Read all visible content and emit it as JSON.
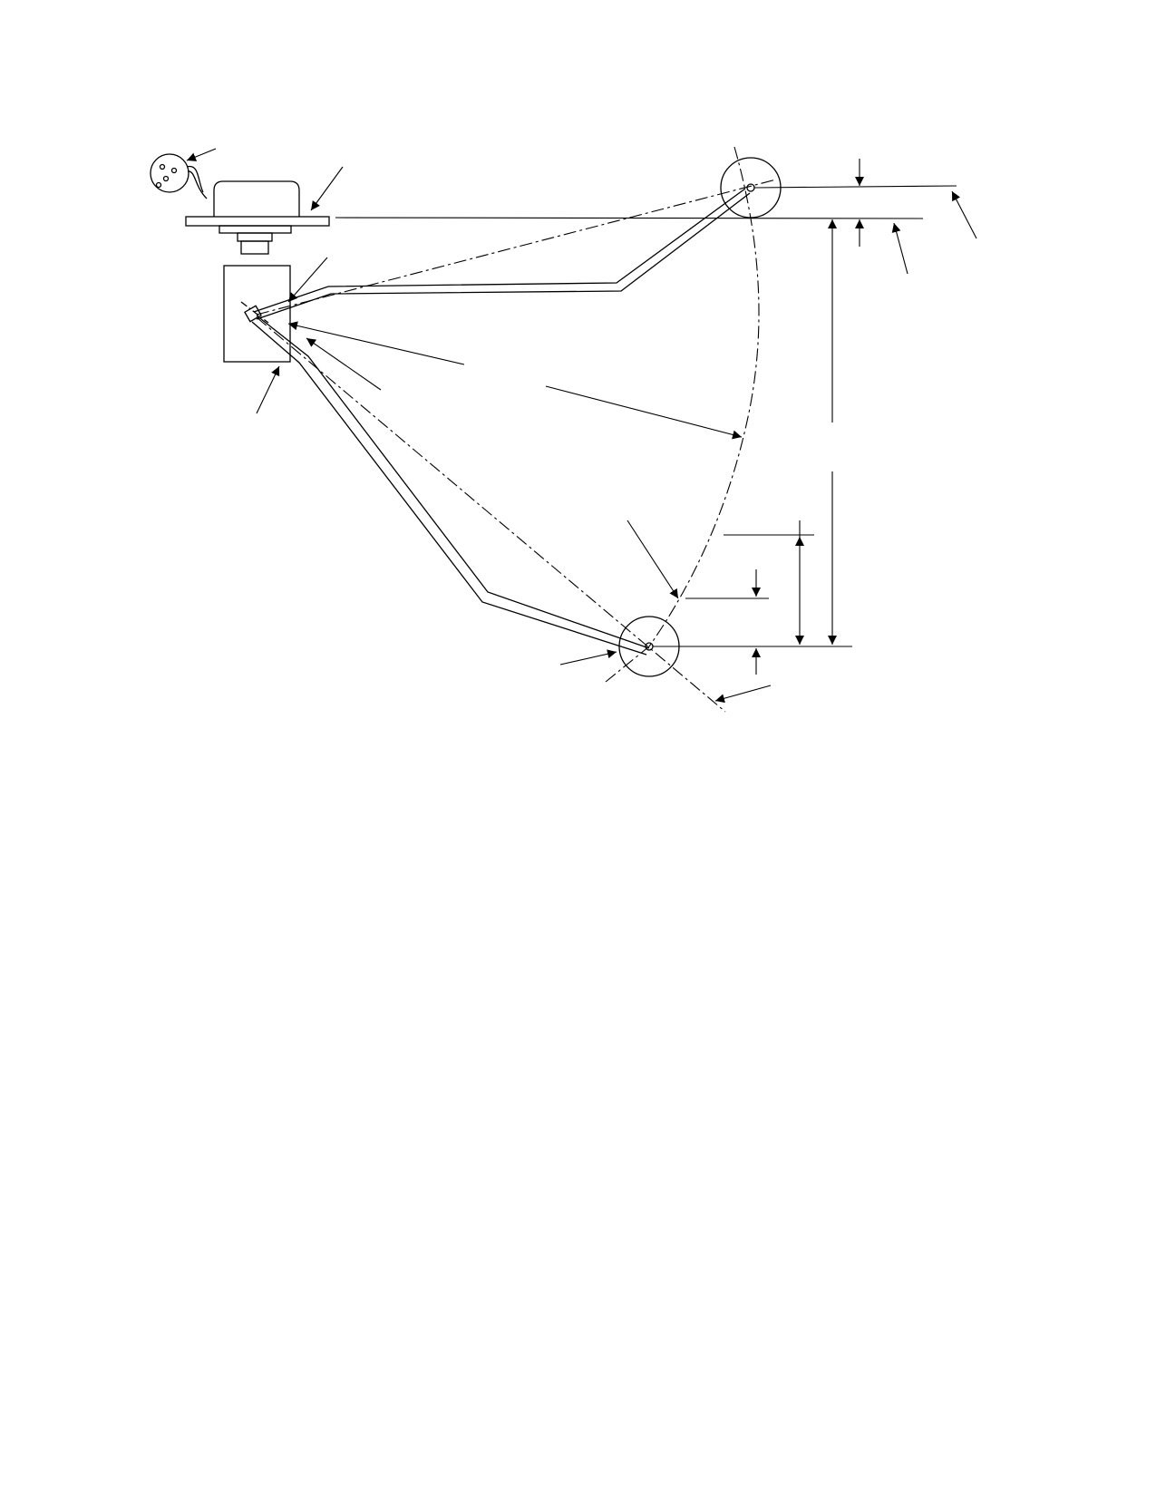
{
  "diagram": {
    "title": "",
    "labels": [],
    "line_color": "#000000",
    "background": "#ffffff",
    "parts": [
      "connector-plug",
      "sender-unit-head",
      "mounting-flange",
      "sender-body",
      "pivot",
      "upper-float-arm",
      "lower-float-arm",
      "upper-float",
      "lower-float",
      "float-travel-arc"
    ]
  }
}
